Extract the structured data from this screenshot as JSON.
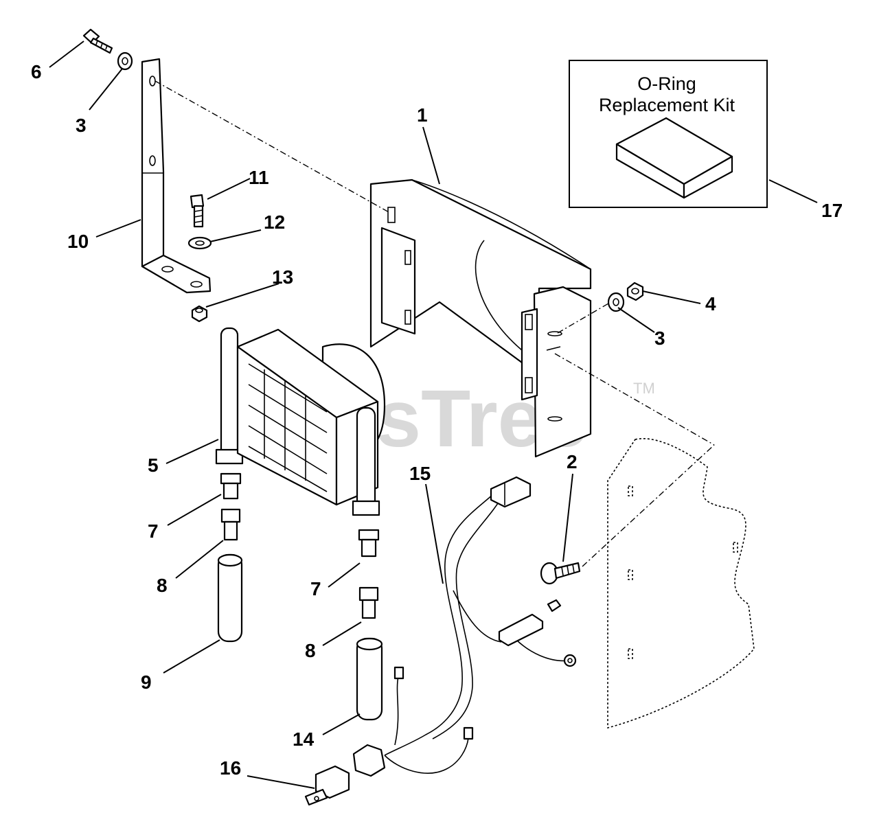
{
  "watermark": {
    "text": "PartsTree",
    "tm": "TM"
  },
  "kit_box": {
    "line1": "O-Ring",
    "line2": "Replacement Kit"
  },
  "callouts": {
    "c1": "1",
    "c2": "2",
    "c3a": "3",
    "c3b": "3",
    "c4": "4",
    "c5": "5",
    "c6": "6",
    "c7a": "7",
    "c7b": "7",
    "c8a": "8",
    "c8b": "8",
    "c9": "9",
    "c10": "10",
    "c11": "11",
    "c12": "12",
    "c13": "13",
    "c14": "14",
    "c15": "15",
    "c16": "16",
    "c17": "17"
  }
}
